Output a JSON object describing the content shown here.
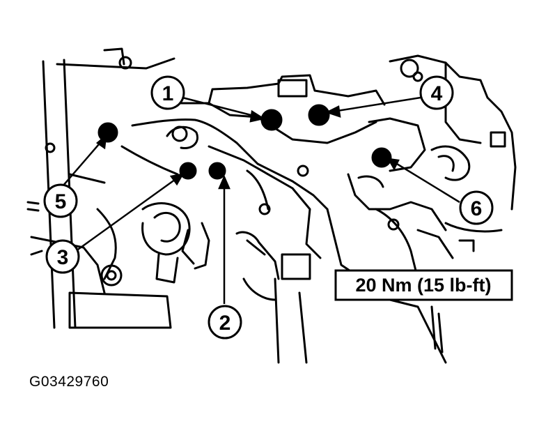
{
  "callouts": [
    {
      "id": "1",
      "label": "1"
    },
    {
      "id": "2",
      "label": "2"
    },
    {
      "id": "3",
      "label": "3"
    },
    {
      "id": "4",
      "label": "4"
    },
    {
      "id": "5",
      "label": "5"
    },
    {
      "id": "6",
      "label": "6"
    }
  ],
  "torque_spec": "20 Nm (15 lb-ft)",
  "figure_id": "G03429760",
  "colors": {
    "ink": "#000000",
    "paper": "#ffffff"
  }
}
